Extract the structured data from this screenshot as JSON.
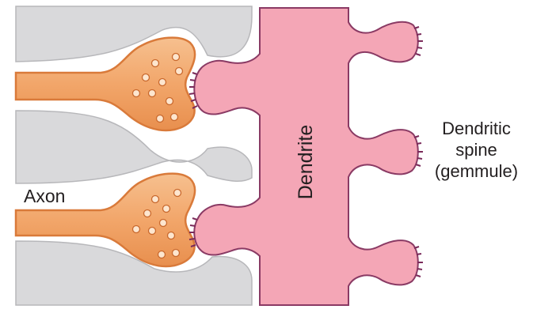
{
  "labels": {
    "axon": "Axon",
    "dendrite": "Dendrite",
    "spine_line1": "Dendritic",
    "spine_line2": "spine",
    "spine_line3": "(gemmule)"
  },
  "colors": {
    "background": "#ffffff",
    "glia_fill": "#d9d9db",
    "glia_edge": "#b7b7ba",
    "axon_fill": "#f2a66a",
    "axon_edge": "#d97a3a",
    "vesicle_fill": "#fde6cf",
    "dendrite_fill": "#f4a6b6",
    "dendrite_edge": "#8a3a64",
    "psd_color": "#7a2a5a",
    "text": "#231f20"
  }
}
